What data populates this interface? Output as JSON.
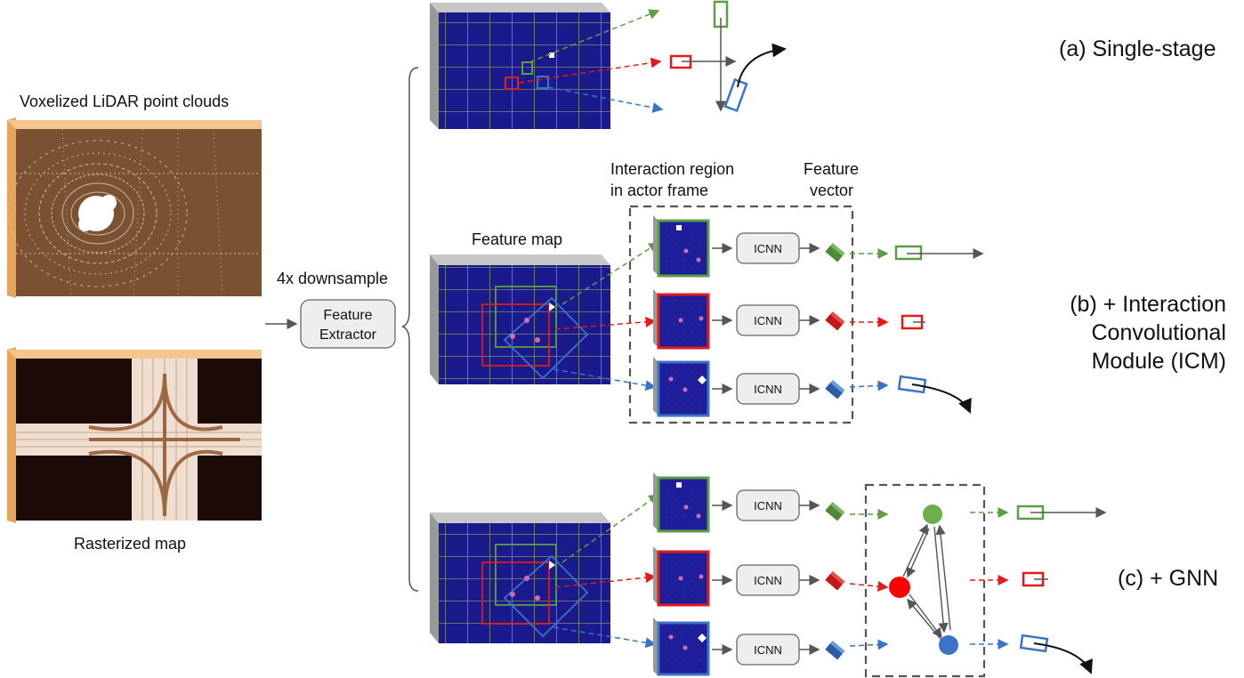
{
  "labels": {
    "lidar_title": "Voxelized LiDAR point clouds",
    "map_title": "Rasterized map",
    "downsample": "4x downsample",
    "extractor_line1": "Feature",
    "extractor_line2": "Extractor",
    "feature_map": "Feature map",
    "interaction_region_line1": "Interaction region",
    "interaction_region_line2": "in actor frame",
    "feature_vector_line1": "Feature",
    "feature_vector_line2": "vector",
    "icnn": "ICNN",
    "single_stage": "(a) Single-stage",
    "icm_line1": "(b) + Interaction",
    "icm_line2": "Convolutional",
    "icm_line3": "Module (ICM)",
    "gnn": "(c) + GNN"
  },
  "colors": {
    "green": "#5b9e45",
    "red": "#e31b1b",
    "blue": "#3b73c7",
    "grid_bg": "#1a1a8c",
    "grid_line": "#7f8f6a",
    "lidar_bg": "#7a5232",
    "frame_orange": "#f5b36b",
    "dashed_box": "#555555"
  }
}
